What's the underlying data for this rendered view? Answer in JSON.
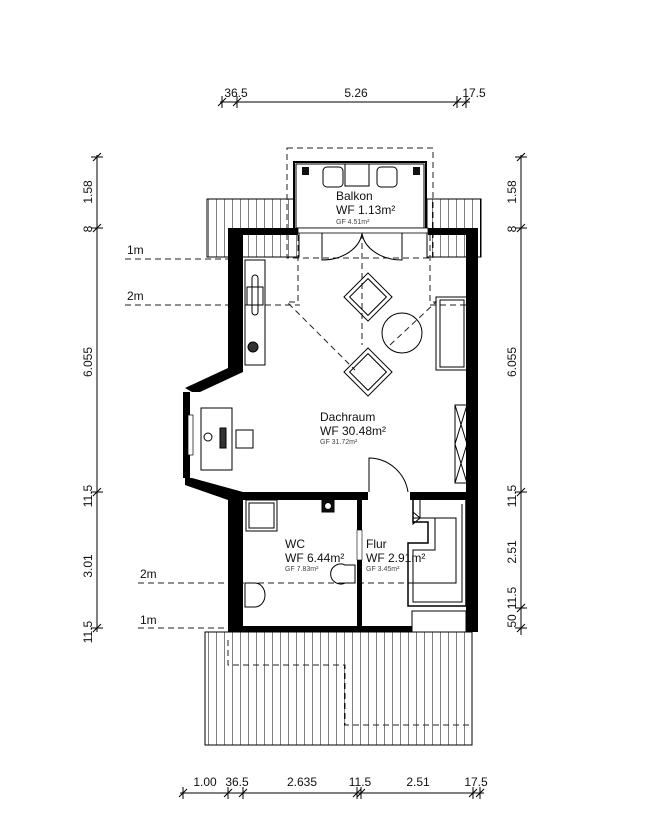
{
  "dimensions": {
    "top": [
      "36.5",
      "5.26",
      "17.5"
    ],
    "bottom": [
      "1.00",
      "36.5",
      "2.635",
      "11.5",
      "2.51",
      "17.5"
    ],
    "left": [
      "1.58",
      "8",
      "6.055",
      "11.5",
      "3.01",
      "11.5"
    ],
    "right": [
      "1.58",
      "8",
      "6.055",
      "11.5",
      "2.51",
      "11.5",
      "50"
    ]
  },
  "height_lines": {
    "top_1m": "1m",
    "top_2m": "2m",
    "bottom_2m": "2m",
    "bottom_1m": "1m"
  },
  "rooms": {
    "balkon": {
      "name": "Balkon",
      "wf": "WF 1.13m²",
      "gf": "GF 4.51m²"
    },
    "dachraum": {
      "name": "Dachraum",
      "wf": "WF 30.48m²",
      "gf": "GF 31.72m²"
    },
    "wc": {
      "name": "WC",
      "wf": "WF 6.44m²",
      "gf": "GF 7.83m²"
    },
    "flur": {
      "name": "Flur",
      "wf": "WF 2.91m²",
      "gf": "GF 3.45m²"
    }
  }
}
